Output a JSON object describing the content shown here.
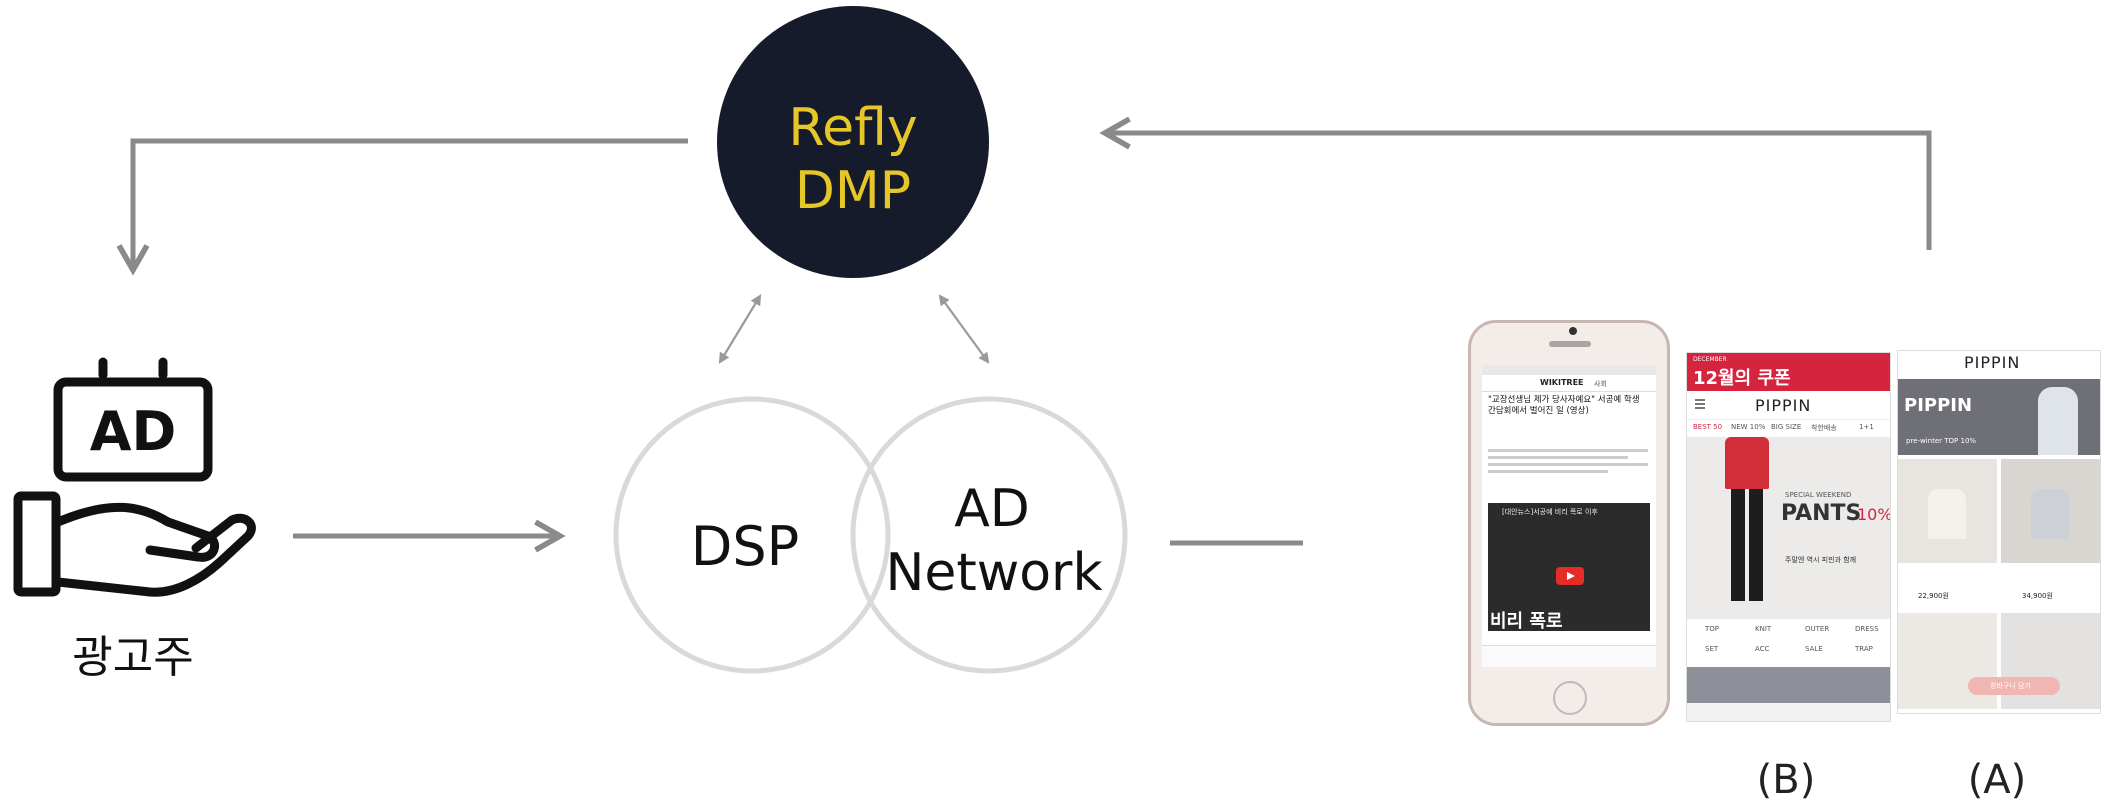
{
  "nodes": {
    "dmp": {
      "line1": "Refly",
      "line2": "DMP"
    },
    "dsp": "DSP",
    "ad_network": {
      "line1": "AD",
      "line2": "Network"
    },
    "advertiser_icon": "AD",
    "advertiser_label": "광고주"
  },
  "screens": {
    "phone": {
      "brand": "WIKITREE",
      "section": "사회",
      "headline": "\"교장선생님 제가 당사자예요\" 서공예 학생 간담회에서 벌어진 일 (영상)",
      "video_title": "[대안뉴스]서공예 비리 폭로 이후",
      "video_caption": "비리 폭로"
    },
    "b": {
      "banner_top": "DECEMBER",
      "banner_main": "12월의 쿠폰",
      "brand": "PIPPIN",
      "tabs": [
        "BEST 50",
        "NEW 10%",
        "BIG SIZE",
        "착한배송",
        "1+1"
      ],
      "promo_small": "SPECIAL WEEKEND",
      "promo_big": "PANTS",
      "promo_pct": "10%",
      "promo_sub": "주말엔 역시 피핀과 함께",
      "menu": [
        "TOP",
        "KNIT",
        "OUTER",
        "DRESS",
        "SET",
        "ACC",
        "SALE",
        "TRAP"
      ]
    },
    "a": {
      "brand": "PIPPIN",
      "overlay_title": "PIPPIN",
      "overlay_sub": "pre-winter TOP 10%",
      "price1": "22,900원",
      "price2": "34,900원",
      "button": "장바구니 담기"
    }
  },
  "labels": {
    "b": "(B)",
    "a": "(A)"
  },
  "colors": {
    "dmp_fill": "#161b2b",
    "dmp_text": "#e6c72a",
    "arrow": "#8a8a8a",
    "circle_stroke": "#d9d9d9",
    "banner_red": "#d4243e"
  }
}
